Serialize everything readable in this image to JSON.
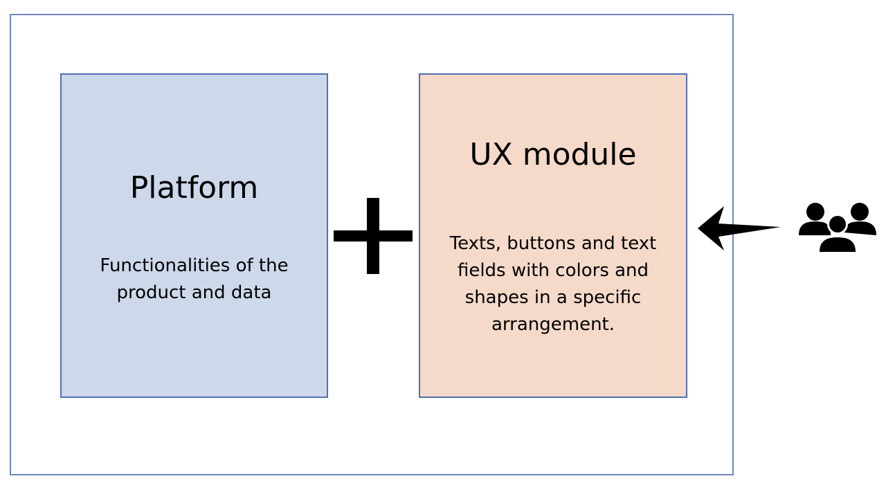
{
  "platform": {
    "title": "Platform",
    "description": "Functionalities of the product and data"
  },
  "ux_module": {
    "title": "UX module",
    "description": "Texts, buttons and text fields with colors and shapes in a specific arrangement."
  },
  "icons": {
    "connector": "plus-icon",
    "flow": "arrow-left-icon",
    "actors": "users-group-icon"
  },
  "colors": {
    "frame_border": "#6f88c2",
    "platform_fill": "#cdd8eb",
    "ux_fill": "#f5dac9",
    "box_border": "#4f6fb0"
  }
}
